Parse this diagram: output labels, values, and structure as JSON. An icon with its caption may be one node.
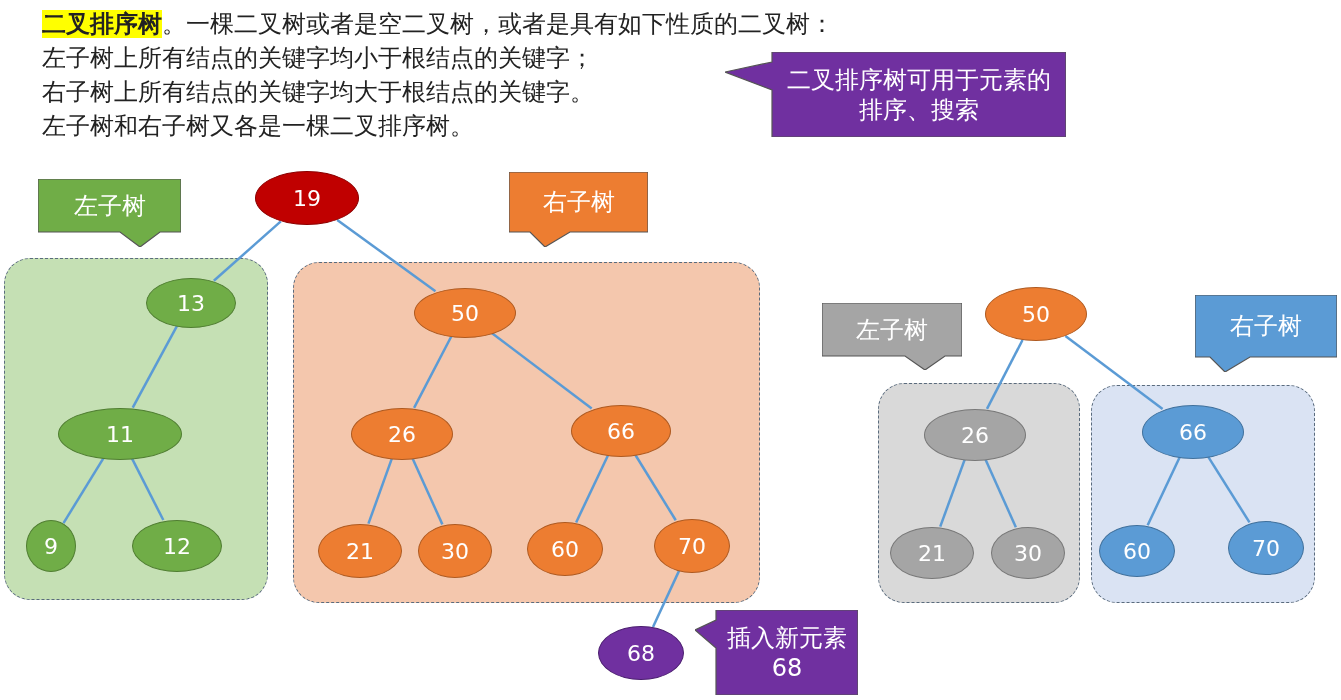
{
  "diagram": {
    "nodes": [
      {
        "text": [
          "二叉排序树可用于元素的排序、搜索"
        ]
      },
      {
        "text": [
          "左子树"
        ]
      },
      {
        "text": [
          "19"
        ]
      },
      {
        "text": [
          "右子树"
        ]
      },
      {
        "text": [],
        "shape": "box"
      },
      {
        "text": [
          "13"
        ],
        "in": 4
      },
      {
        "text": [
          "11"
        ],
        "in": 4
      },
      {
        "text": [
          "9"
        ],
        "in": 4
      },
      {
        "text": [
          "12"
        ],
        "in": 4
      },
      {
        "text": [],
        "shape": "box"
      },
      {
        "text": [
          "50"
        ],
        "in": 9
      },
      {
        "text": [
          "26"
        ],
        "in": 9
      },
      {
        "text": [
          "66"
        ],
        "in": 9
      },
      {
        "text": [
          "21"
        ],
        "in": 9
      },
      {
        "text": [
          "30"
        ],
        "in": 9
      },
      {
        "text": [
          "60"
        ],
        "in": 9
      },
      {
        "text": [
          "70"
        ],
        "in": 9
      },
      {
        "text": [
          "68"
        ]
      },
      {
        "text": [
          "插入新元素68"
        ]
      },
      {
        "text": [
          "左子树"
        ]
      },
      {
        "text": [
          "50"
        ]
      },
      {
        "text": [
          "右子树"
        ]
      },
      {
        "text": [],
        "shape": "box"
      },
      {
        "text": [
          "26"
        ],
        "in": 22
      },
      {
        "text": [
          "21"
        ],
        "in": 22
      },
      {
        "text": [
          "30"
        ],
        "in": 22
      },
      {
        "text": [],
        "shape": "box"
      },
      {
        "text": [
          "66"
        ],
        "in": 26
      },
      {
        "text": [
          "60"
        ],
        "in": 26
      },
      {
        "text": [
          "70"
        ],
        "in": 26
      }
    ],
    "edges": [
      {
        "from": 2,
        "to": 5,
        "arrow": "none"
      },
      {
        "from": 2,
        "to": 10,
        "arrow": "none"
      },
      {
        "from": 5,
        "to": 6,
        "arrow": "none"
      },
      {
        "from": 6,
        "to": 7,
        "arrow": "none"
      },
      {
        "from": 6,
        "to": 8,
        "arrow": "none"
      },
      {
        "from": 10,
        "to": 11,
        "arrow": "none"
      },
      {
        "from": 10,
        "to": 12,
        "arrow": "none"
      },
      {
        "from": 11,
        "to": 13,
        "arrow": "none"
      },
      {
        "from": 11,
        "to": 14,
        "arrow": "none"
      },
      {
        "from": 12,
        "to": 15,
        "arrow": "none"
      },
      {
        "from": 12,
        "to": 16,
        "arrow": "none"
      },
      {
        "from": 16,
        "to": 17,
        "arrow": "none"
      },
      {
        "from": 20,
        "to": 23,
        "arrow": "none"
      },
      {
        "from": 20,
        "to": 27,
        "arrow": "none"
      },
      {
        "from": 23,
        "to": 24,
        "arrow": "none"
      },
      {
        "from": 23,
        "to": 25,
        "arrow": "none"
      },
      {
        "from": 27,
        "to": 28,
        "arrow": "none"
      },
      {
        "from": 27,
        "to": 29,
        "arrow": "none"
      }
    ],
    "labels": [
      "**二叉排序树**。一棵二叉树或者是空二叉树，或者是具有如下性质的二叉树：",
      "左子树上所有结点的关键字均小于根结点的关键字；",
      "右子树上所有结点的关键字均大于根结点的关键字。",
      "左子树和右子树又各是一棵二叉排序树。"
    ]
  }
}
